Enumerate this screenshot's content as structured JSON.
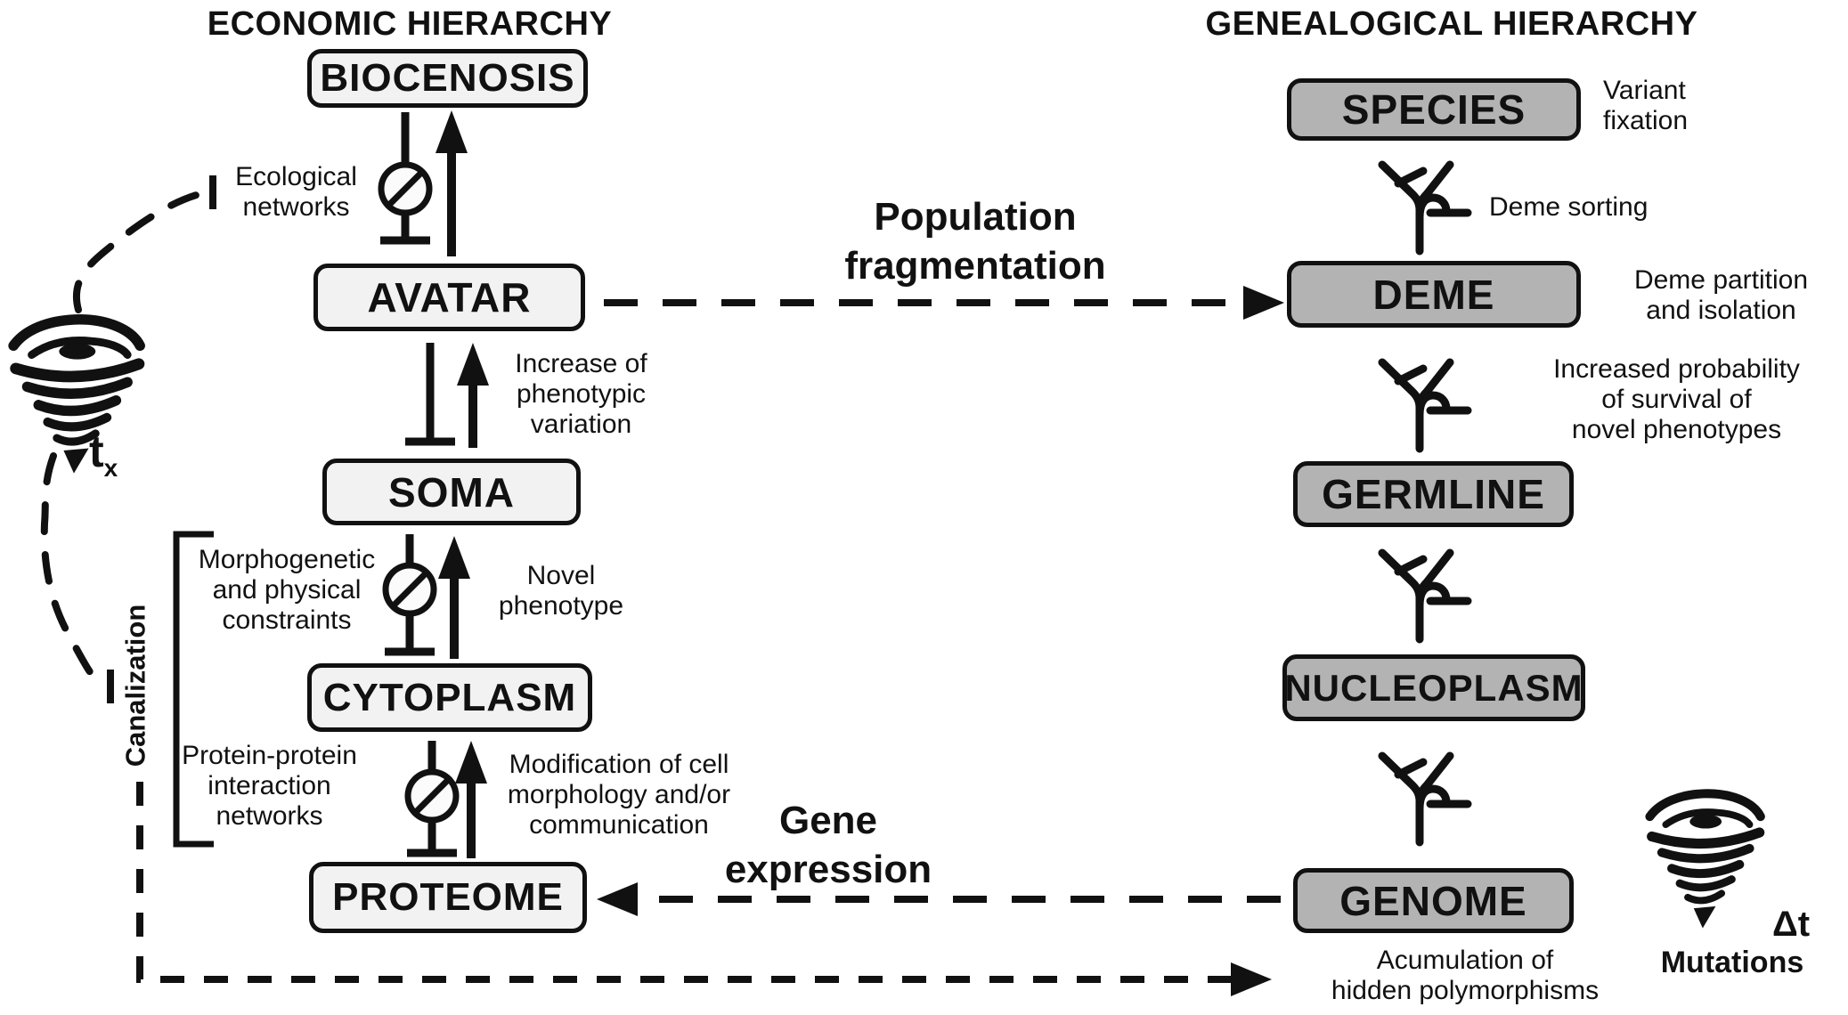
{
  "titles": {
    "left": "ECONOMIC HIERARCHY",
    "right": "GENEALOGICAL HIERARCHY"
  },
  "colors": {
    "left_box_fill": "#f2f2f2",
    "right_box_fill": "#b3b3b3",
    "line": "#111111"
  },
  "left_column": {
    "boxes": [
      "BIOCENOSIS",
      "AVATAR",
      "SOMA",
      "CYTOPLASM",
      "PROTEOME"
    ],
    "labels": {
      "ecological_networks": "Ecological\nnetworks",
      "increase_phenotypic": "Increase of\nphenotypic\nvariation",
      "morphogenetic": "Morphogenetic\nand physical\nconstraints",
      "novel_phenotype": "Novel\nphenotype",
      "protein_protein": "Protein-protein\ninteraction\nnetworks",
      "modification": "Modification of cell\nmorphology and/or\ncommunication",
      "canalization": "Canalization",
      "time_symbol": "t",
      "time_subscript": "x"
    }
  },
  "right_column": {
    "boxes": [
      "SPECIES",
      "DEME",
      "GERMLINE",
      "NUCLEOPLASM",
      "GENOME"
    ],
    "labels": {
      "variant_fixation": "Variant\nfixation",
      "deme_sorting": "Deme sorting",
      "deme_partition": "Deme partition\nand isolation",
      "increased_probability": "Increased probability\nof survival of\nnovel phenotypes",
      "accumulation": "Acumulation of\nhidden polymorphisms",
      "delta_t": "Δt",
      "mutations": "Mutations"
    }
  },
  "center": {
    "population_fragmentation": "Population\nfragmentation",
    "gene_expression": "Gene\nexpression"
  }
}
